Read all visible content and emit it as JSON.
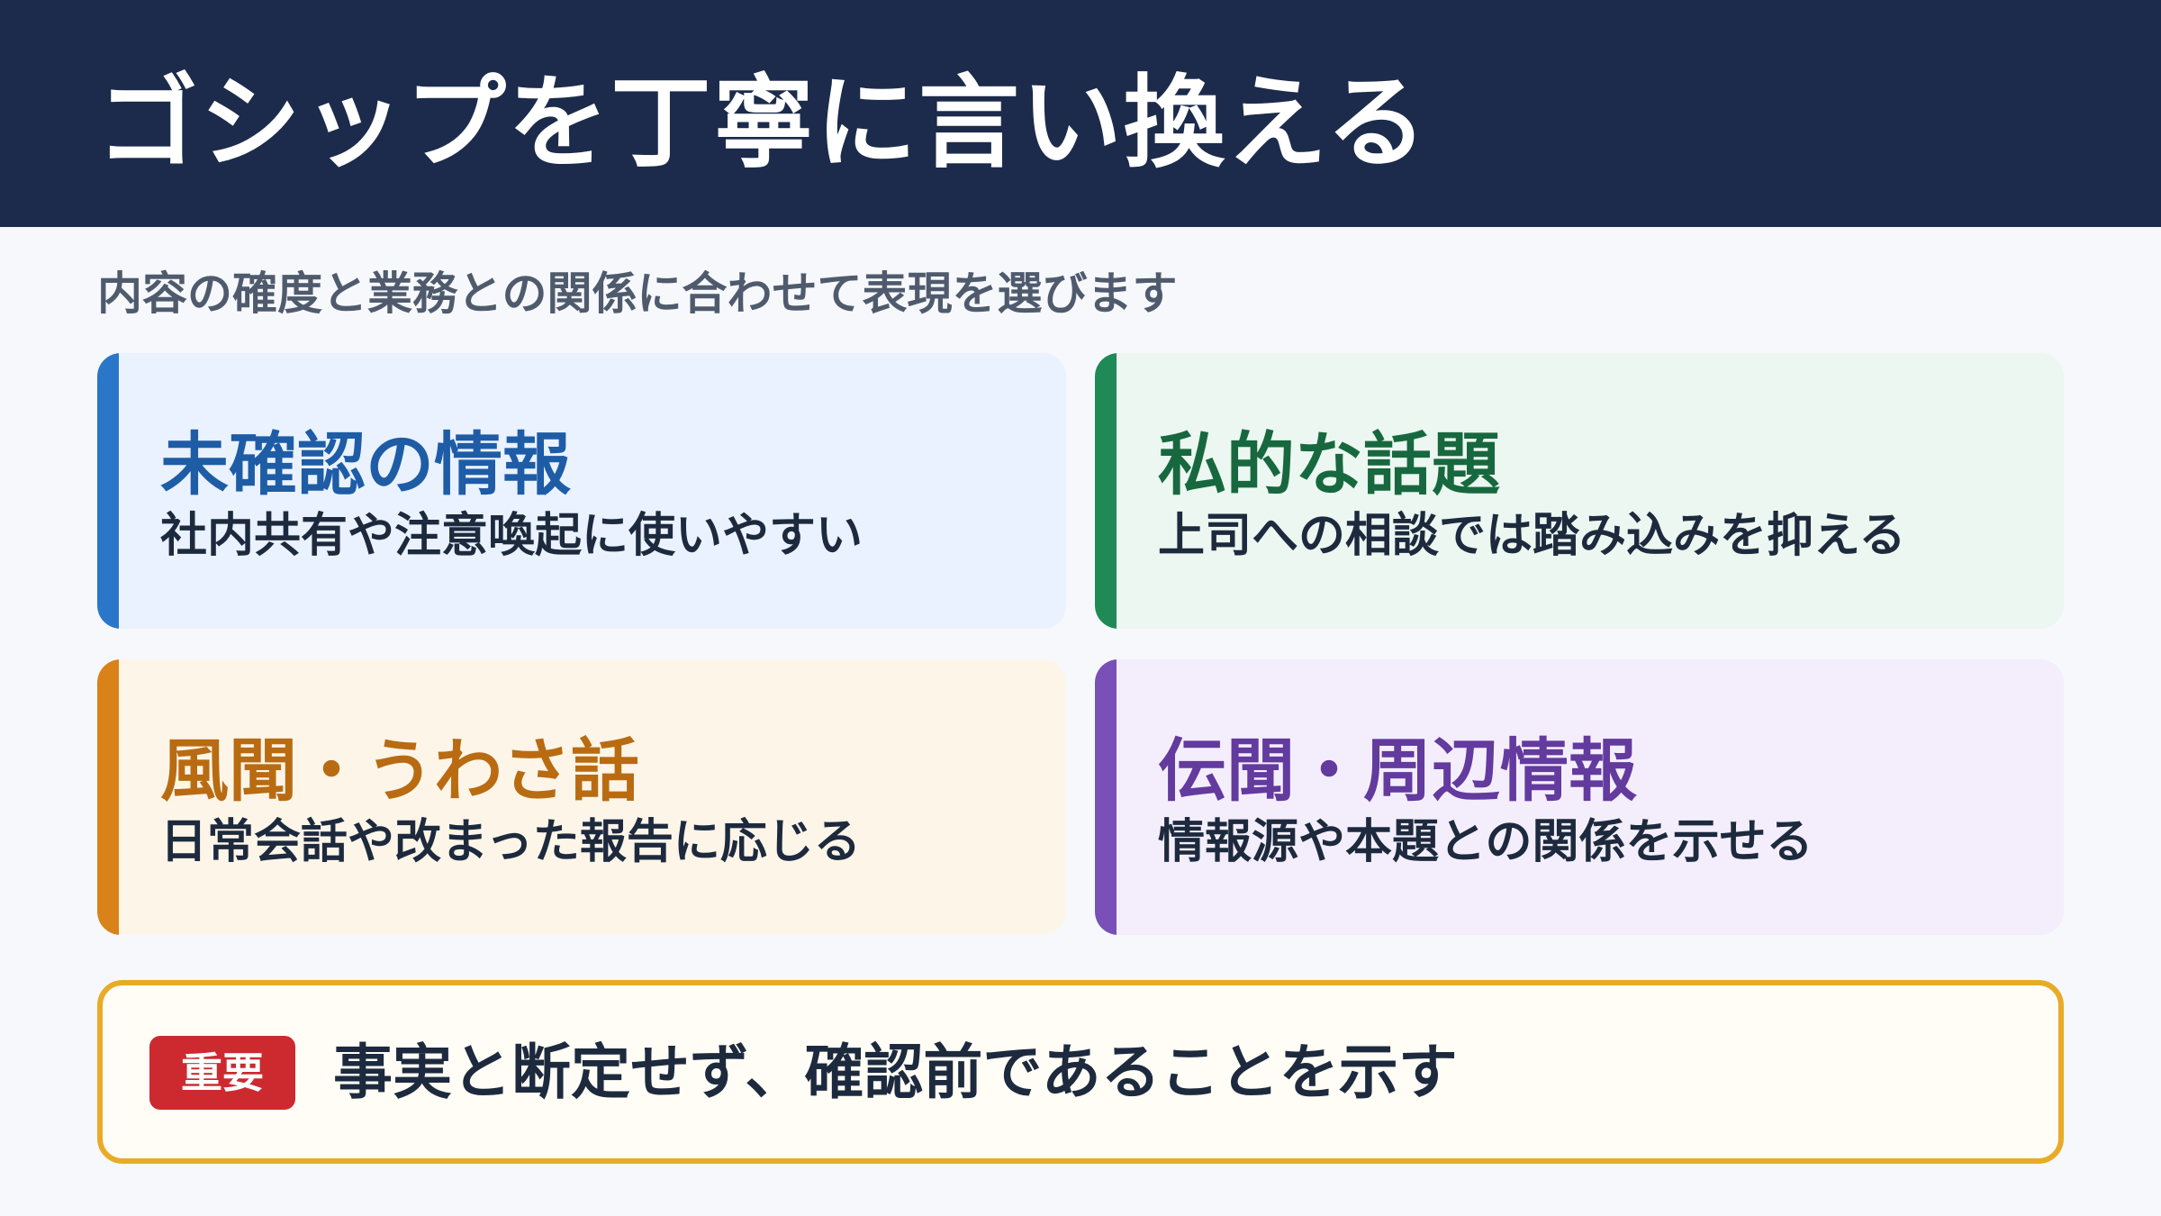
{
  "header": {
    "title": "ゴシップを丁寧に言い換える"
  },
  "subtitle": "内容の確度と業務との関係に合わせて表現を選びます",
  "cards": [
    {
      "title": "未確認の情報",
      "description": "社内共有や注意喚起に使いやすい",
      "accent": "#2a77c9",
      "title_color": "#1e5ca6"
    },
    {
      "title": "私的な話題",
      "description": "上司への相談では踏み込みを抑える",
      "accent": "#1f8a56",
      "title_color": "#18683f"
    },
    {
      "title": "風聞・うわさ話",
      "description": "日常会話や改まった報告に応じる",
      "accent": "#d98219",
      "title_color": "#b96b12"
    },
    {
      "title": "伝聞・周辺情報",
      "description": "情報源や本題との関係を示せる",
      "accent": "#7850b8",
      "title_color": "#633a9e"
    }
  ],
  "note": {
    "badge": "重要",
    "text": "事実と断定せず、確認前であることを示す",
    "border_color": "#e9ab27",
    "badge_color": "#cc2a2f"
  }
}
